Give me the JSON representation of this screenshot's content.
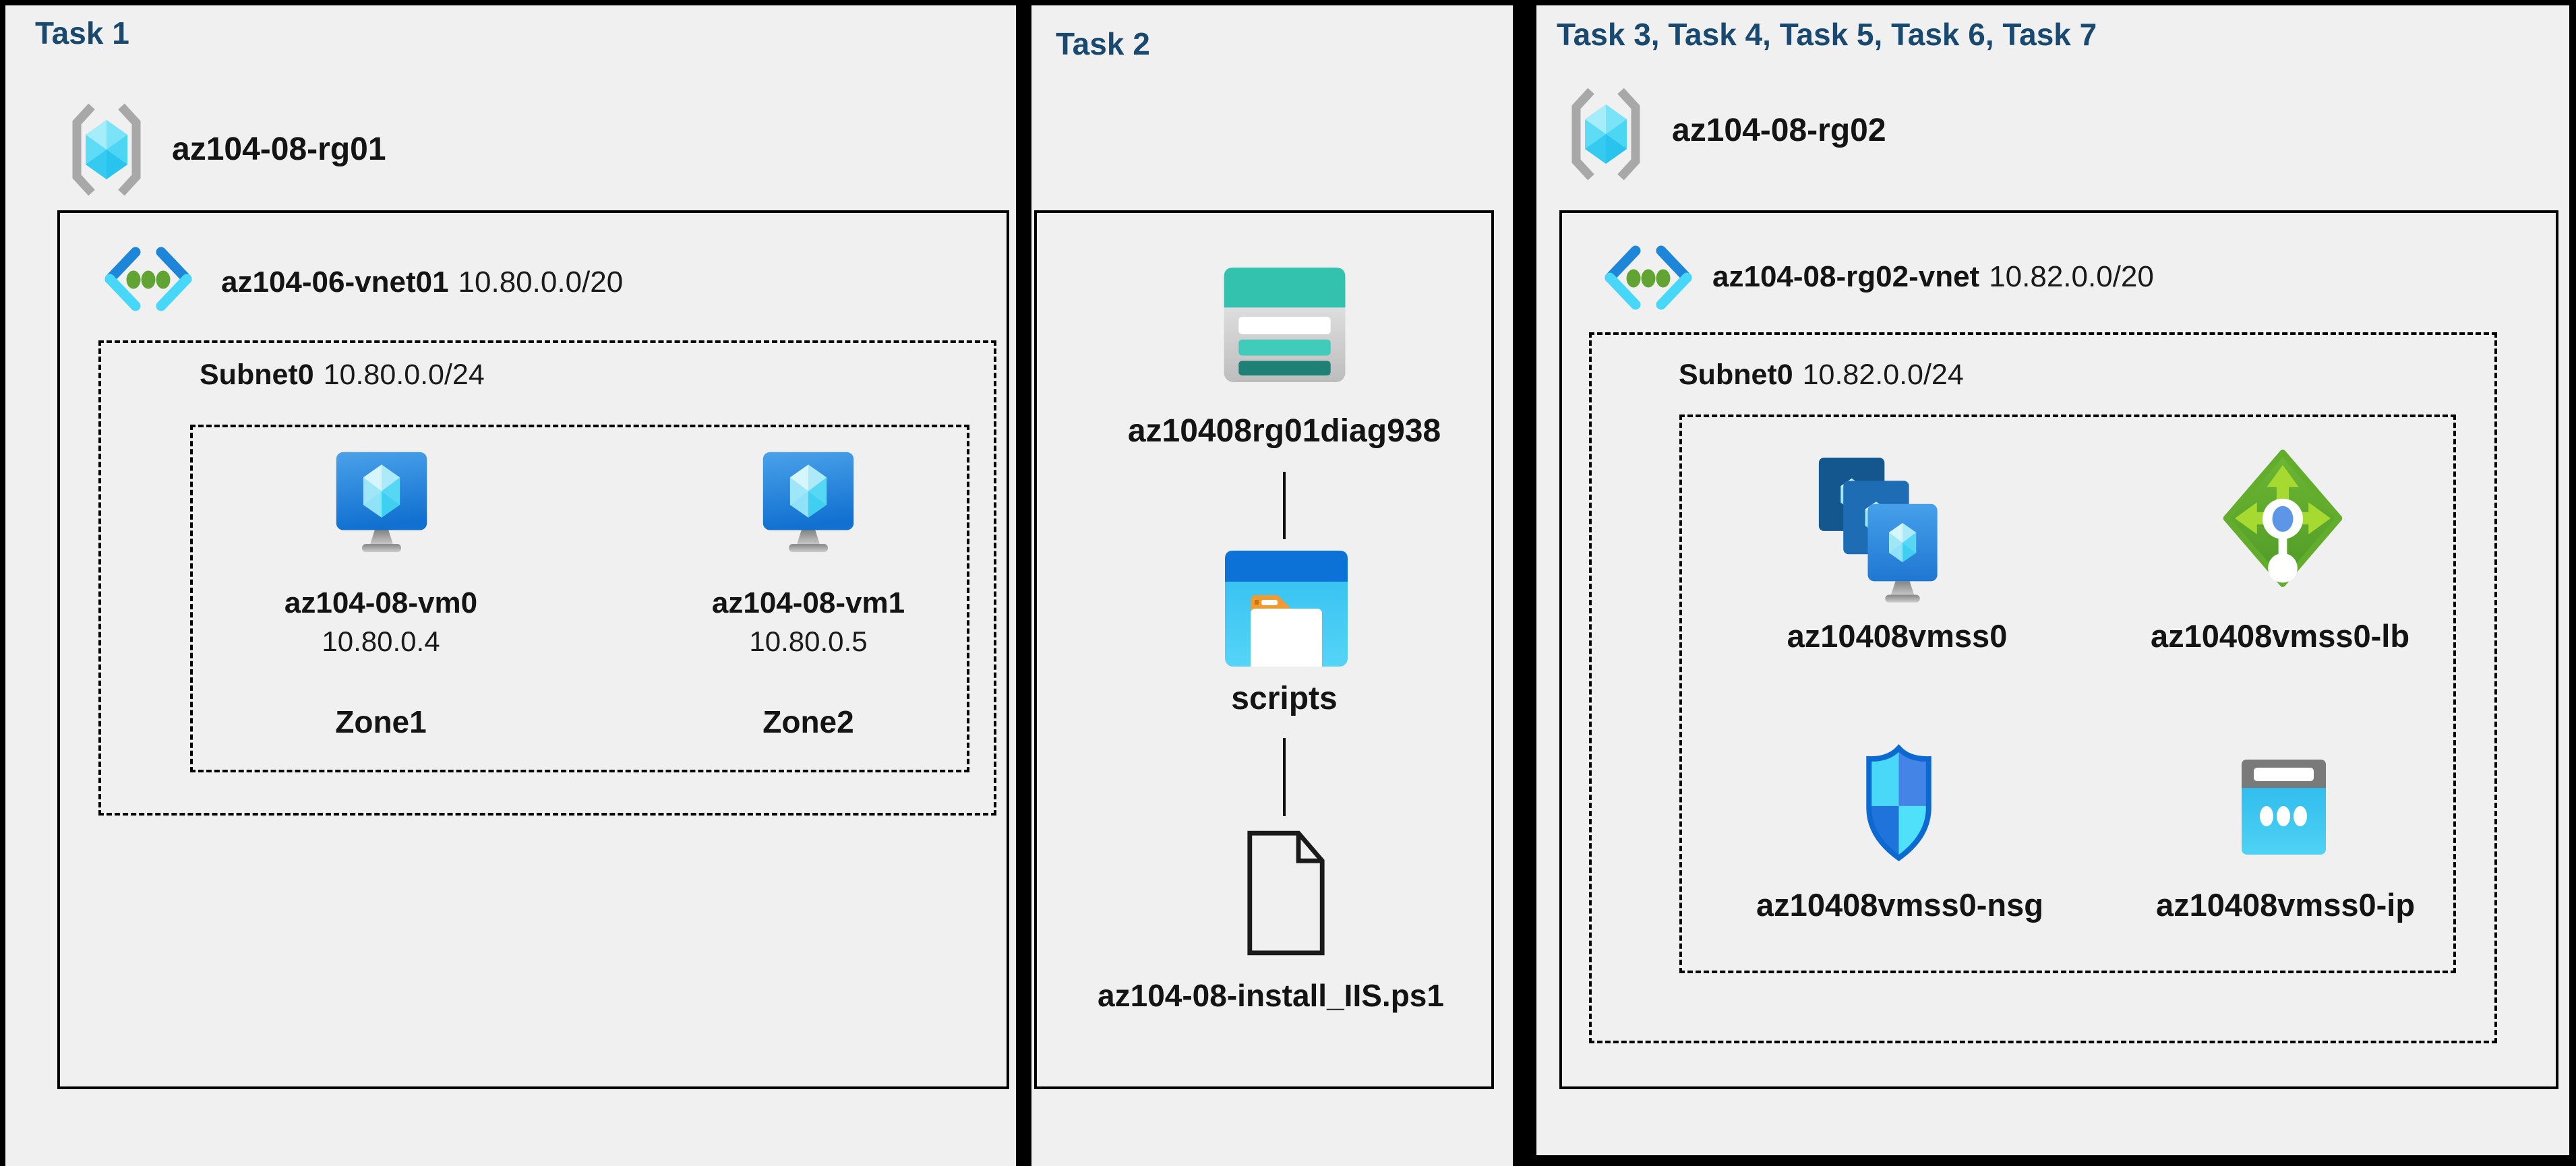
{
  "page": {
    "background": "#000000",
    "panel_background": "#f0f0f0",
    "title_color": "#19496f",
    "accent_azure_blue": "#1f77d2",
    "accent_cyan": "#45d6f8",
    "accent_teal": "#33c2ae",
    "accent_green": "#5ba52f"
  },
  "panels": [
    {
      "title": "Task 1",
      "resource_group": "az104-08-rg01",
      "vnet": {
        "name": "az104-06-vnet01",
        "cidr": "10.80.0.0/20"
      },
      "subnet": {
        "name": "Subnet0",
        "cidr": "10.80.0.0/24"
      },
      "vms": [
        {
          "name": "az104-08-vm0",
          "ip": "10.80.0.4",
          "zone": "Zone1"
        },
        {
          "name": "az104-08-vm1",
          "ip": "10.80.0.5",
          "zone": "Zone2"
        }
      ]
    },
    {
      "title": "Task 2",
      "storage_account": "az10408rg01diag938",
      "container": "scripts",
      "file": "az104-08-install_IIS.ps1"
    },
    {
      "title": "Task 3, Task 4, Task 5, Task 6, Task 7",
      "resource_group": "az104-08-rg02",
      "vnet": {
        "name": "az104-08-rg02-vnet",
        "cidr": "10.82.0.0/20"
      },
      "subnet": {
        "name": "Subnet0",
        "cidr": "10.82.0.0/24"
      },
      "resources": [
        {
          "name": "az10408vmss0",
          "icon": "vm-scale-set-icon"
        },
        {
          "name": "az10408vmss0-lb",
          "icon": "load-balancer-icon"
        },
        {
          "name": "az10408vmss0-nsg",
          "icon": "network-security-group-icon"
        },
        {
          "name": "az10408vmss0-ip",
          "icon": "public-ip-icon"
        }
      ]
    }
  ]
}
